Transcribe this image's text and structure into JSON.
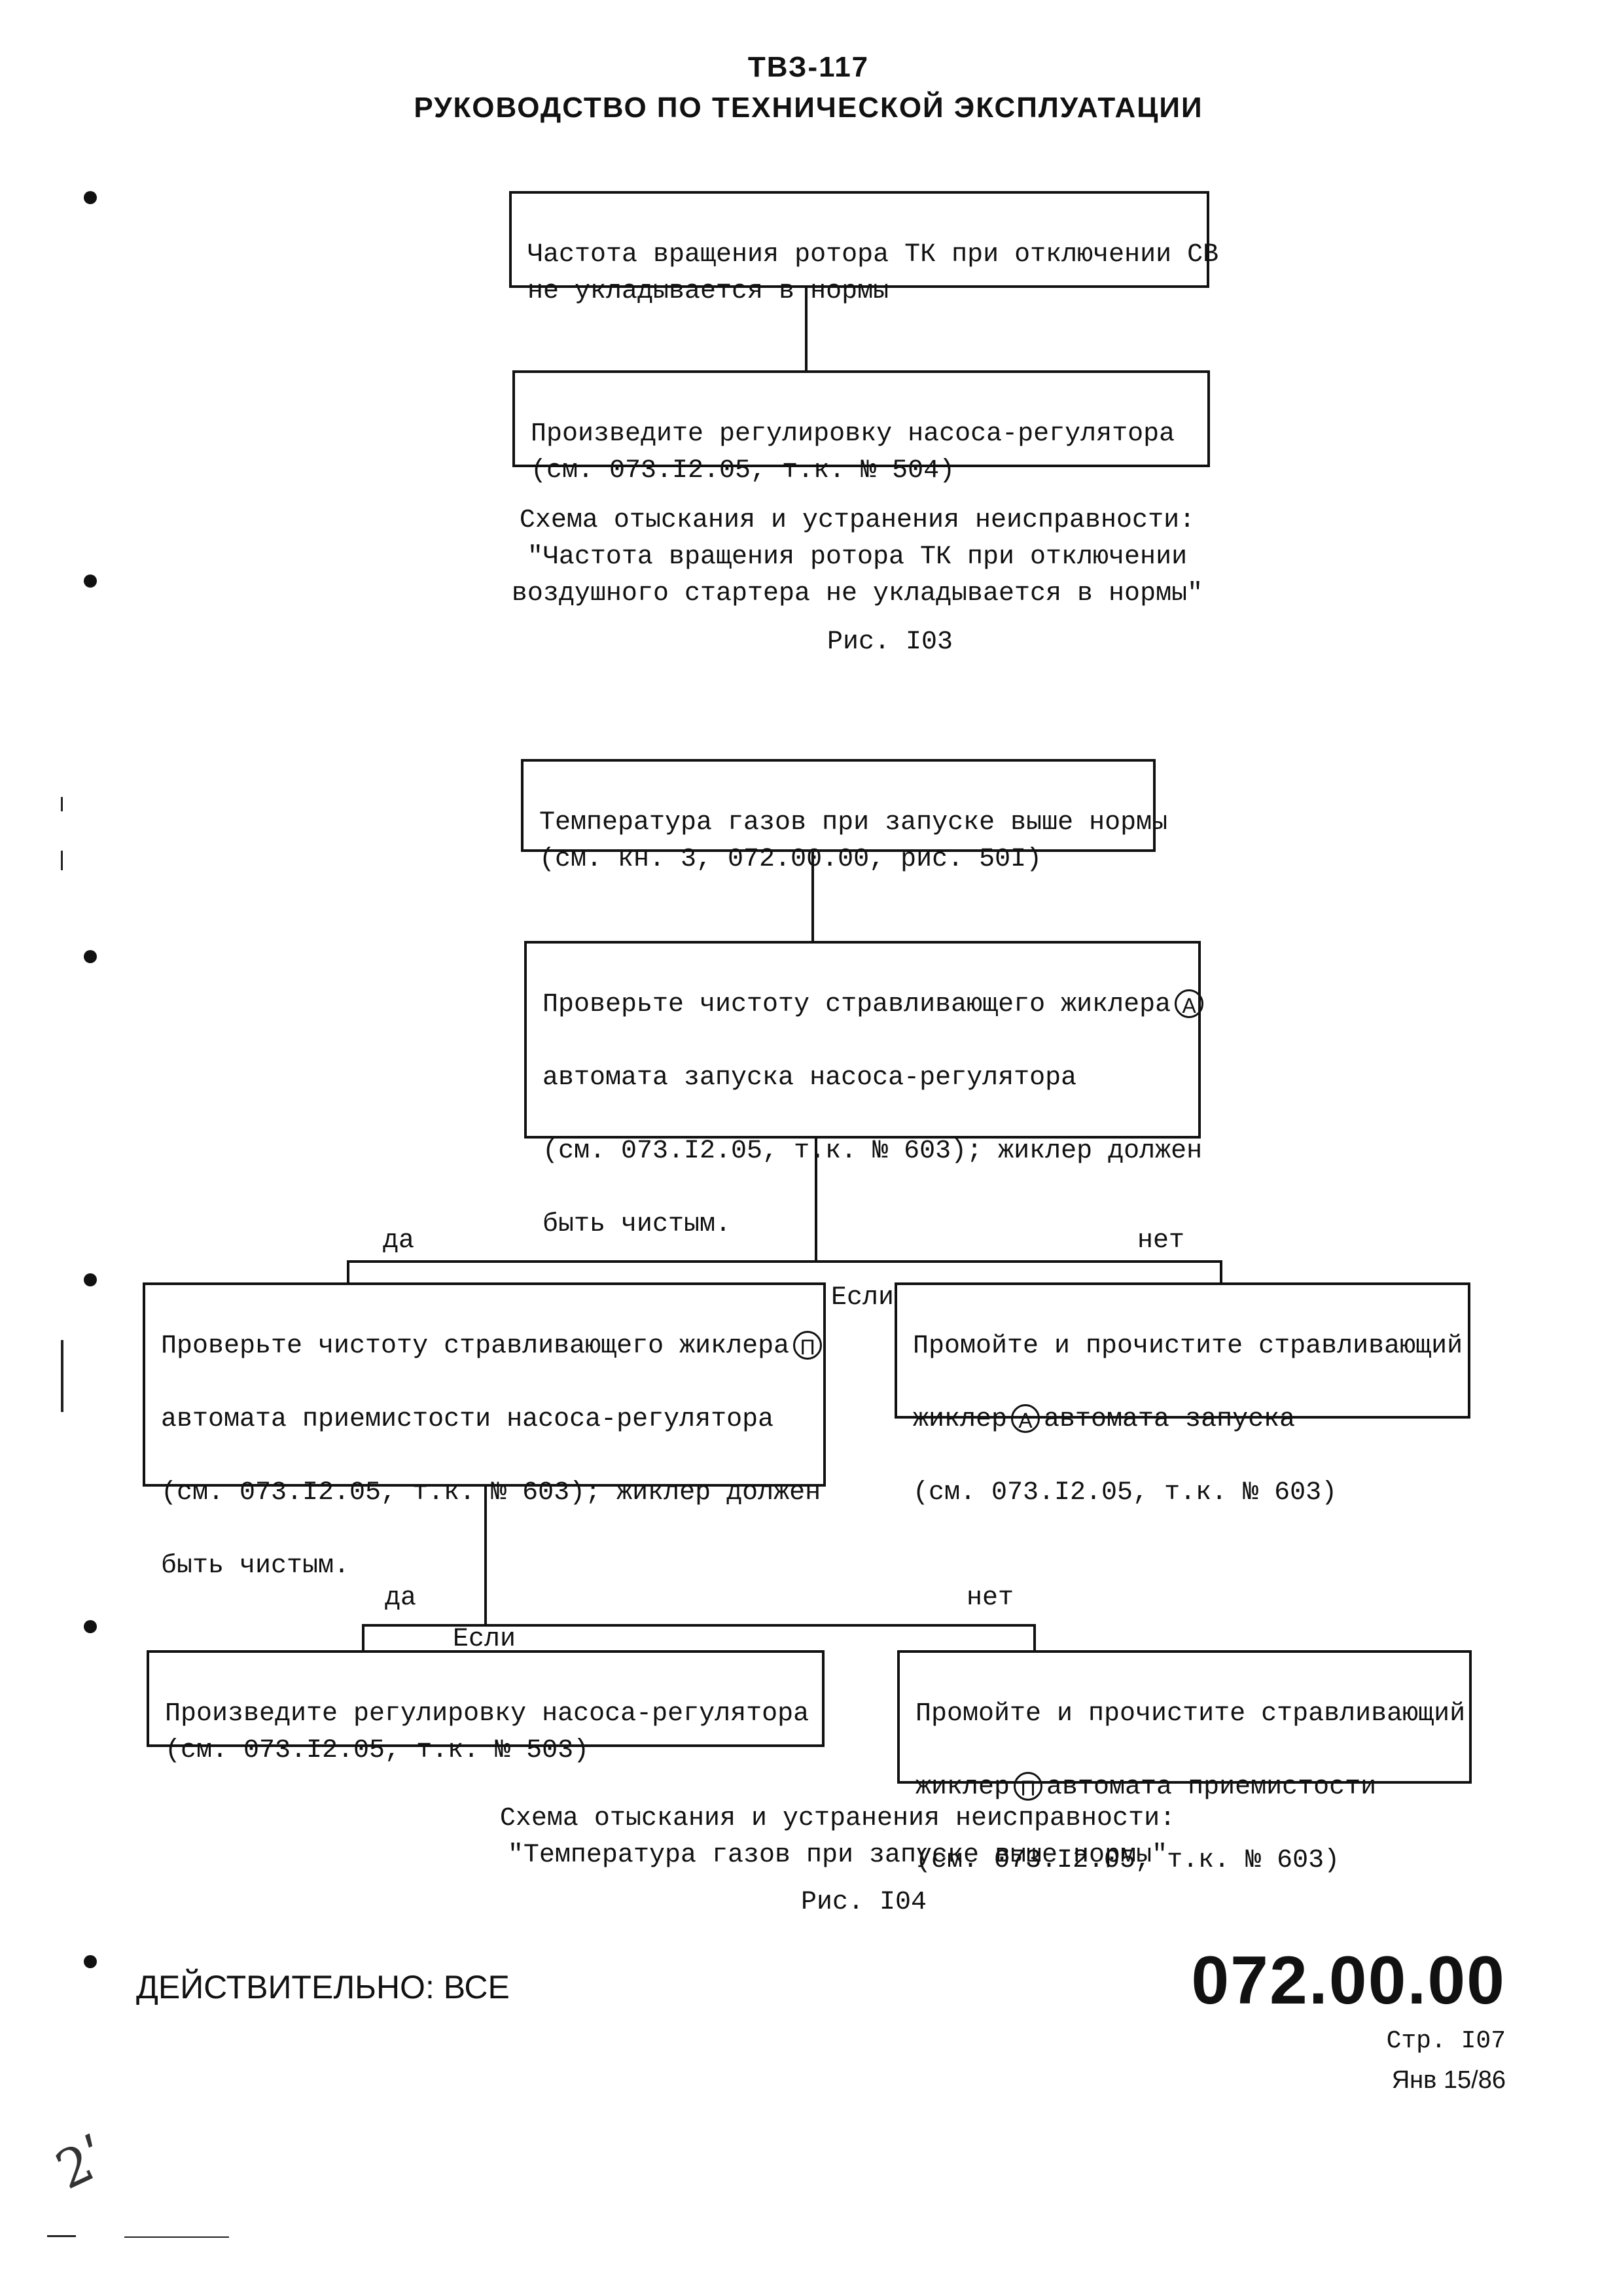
{
  "header": {
    "model": "ТВЗ-117",
    "title": "РУКОВОДСТВО ПО ТЕХНИЧЕСКОЙ ЭКСПЛУАТАЦИИ"
  },
  "figure103": {
    "box1": [
      "Частота вращения ротора ТК при отключении СВ",
      "не укладывается в нормы"
    ],
    "box2": [
      "Произведите регулировку насоса-регулятора",
      "(см. 073.I2.05, т.к. № 504)"
    ],
    "caption": [
      "Схема отыскания и устранения неисправности:",
      "\"Частота вращения ротора ТК при отключении",
      "воздушного стартера не укладывается в нормы\""
    ],
    "label": "Рис. I03"
  },
  "figure104": {
    "box_start": [
      "Температура газов при запуске выше нормы",
      "(см. кн. 3, 072.00.00, рис. 50I)"
    ],
    "box_check1": {
      "line1": "Проверьте чистоту стравливающего жиклера",
      "marker": "A",
      "lines": [
        "автомата запуска насоса-регулятора",
        "(см. 073.I2.05, т.к. № 603); жиклер должен",
        "быть чистым."
      ],
      "if_label": "Если"
    },
    "branch1": {
      "yes": "да",
      "no": "нет"
    },
    "box_check2": {
      "line1": "Проверьте чистоту стравливающего жиклера",
      "marker": "П",
      "lines": [
        "автомата приемистости насоса-регулятора",
        "(см. 073.I2.05, т.к. № 603); жиклер должен",
        "быть чистым."
      ],
      "if_label": "Если"
    },
    "box_clean1": {
      "line1": "Промойте и прочистите стравливающий",
      "line2_pre": "жиклер",
      "marker": "A",
      "line2_post": "автомата запуска",
      "line3": "(см. 073.I2.05, т.к. № 603)"
    },
    "branch2": {
      "yes": "да",
      "no": "нет"
    },
    "box_adjust": [
      "Произведите регулировку насоса-регулятора",
      "(см. 073.I2.05, т.к. № 503)"
    ],
    "box_clean2": {
      "line1": "Промойте и прочистите стравливающий",
      "line2_pre": "жиклер",
      "marker": "П",
      "line2_post": "автомата приемистости",
      "line3": "(см. 073.I2.05, т.к. № 603)"
    },
    "caption": [
      "Схема отыскания и устранения неисправности:",
      "\"Температура газов при запуске выше нормы\""
    ],
    "label": "Рис. I04"
  },
  "footer": {
    "validity": "ДЕЙСТВИТЕЛЬНО: ВСЕ",
    "section_number": "072.00.00",
    "page": "Стр. I07",
    "date": "Янв 15/86"
  }
}
